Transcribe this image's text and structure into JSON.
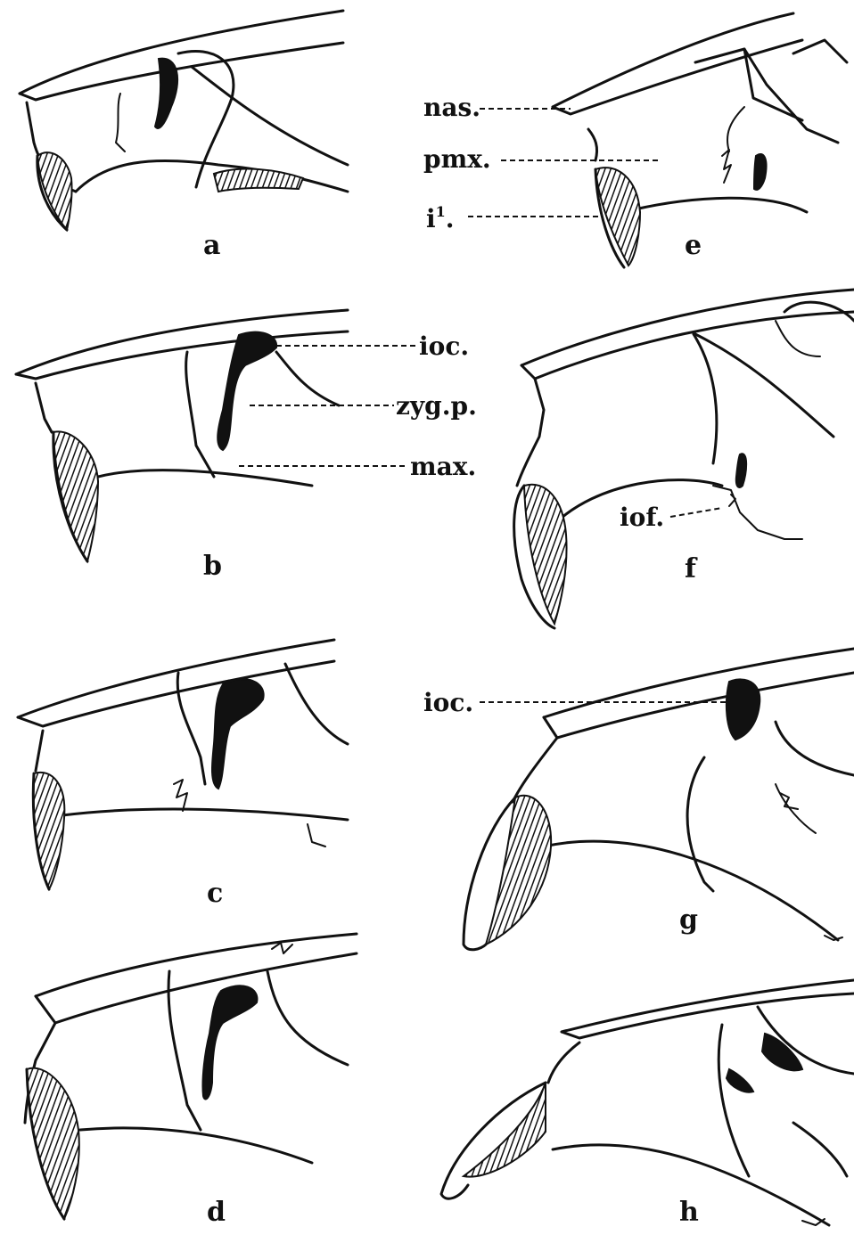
{
  "figure": {
    "panels": [
      {
        "id": "a",
        "label": "a"
      },
      {
        "id": "b",
        "label": "b"
      },
      {
        "id": "c",
        "label": "c"
      },
      {
        "id": "d",
        "label": "d"
      },
      {
        "id": "e",
        "label": "e"
      },
      {
        "id": "f",
        "label": "f"
      },
      {
        "id": "g",
        "label": "g"
      },
      {
        "id": "h",
        "label": "h"
      }
    ],
    "annotations": {
      "e_nas": "nas.",
      "e_pmx": "pmx.",
      "e_i1_base": "i",
      "e_i1_sup": "1",
      "e_i1_dot": ".",
      "b_ioc": "ioc.",
      "b_zyg": "zyg.p.",
      "b_max": "max.",
      "f_iof": "iof.",
      "g_ioc": "ioc."
    }
  }
}
